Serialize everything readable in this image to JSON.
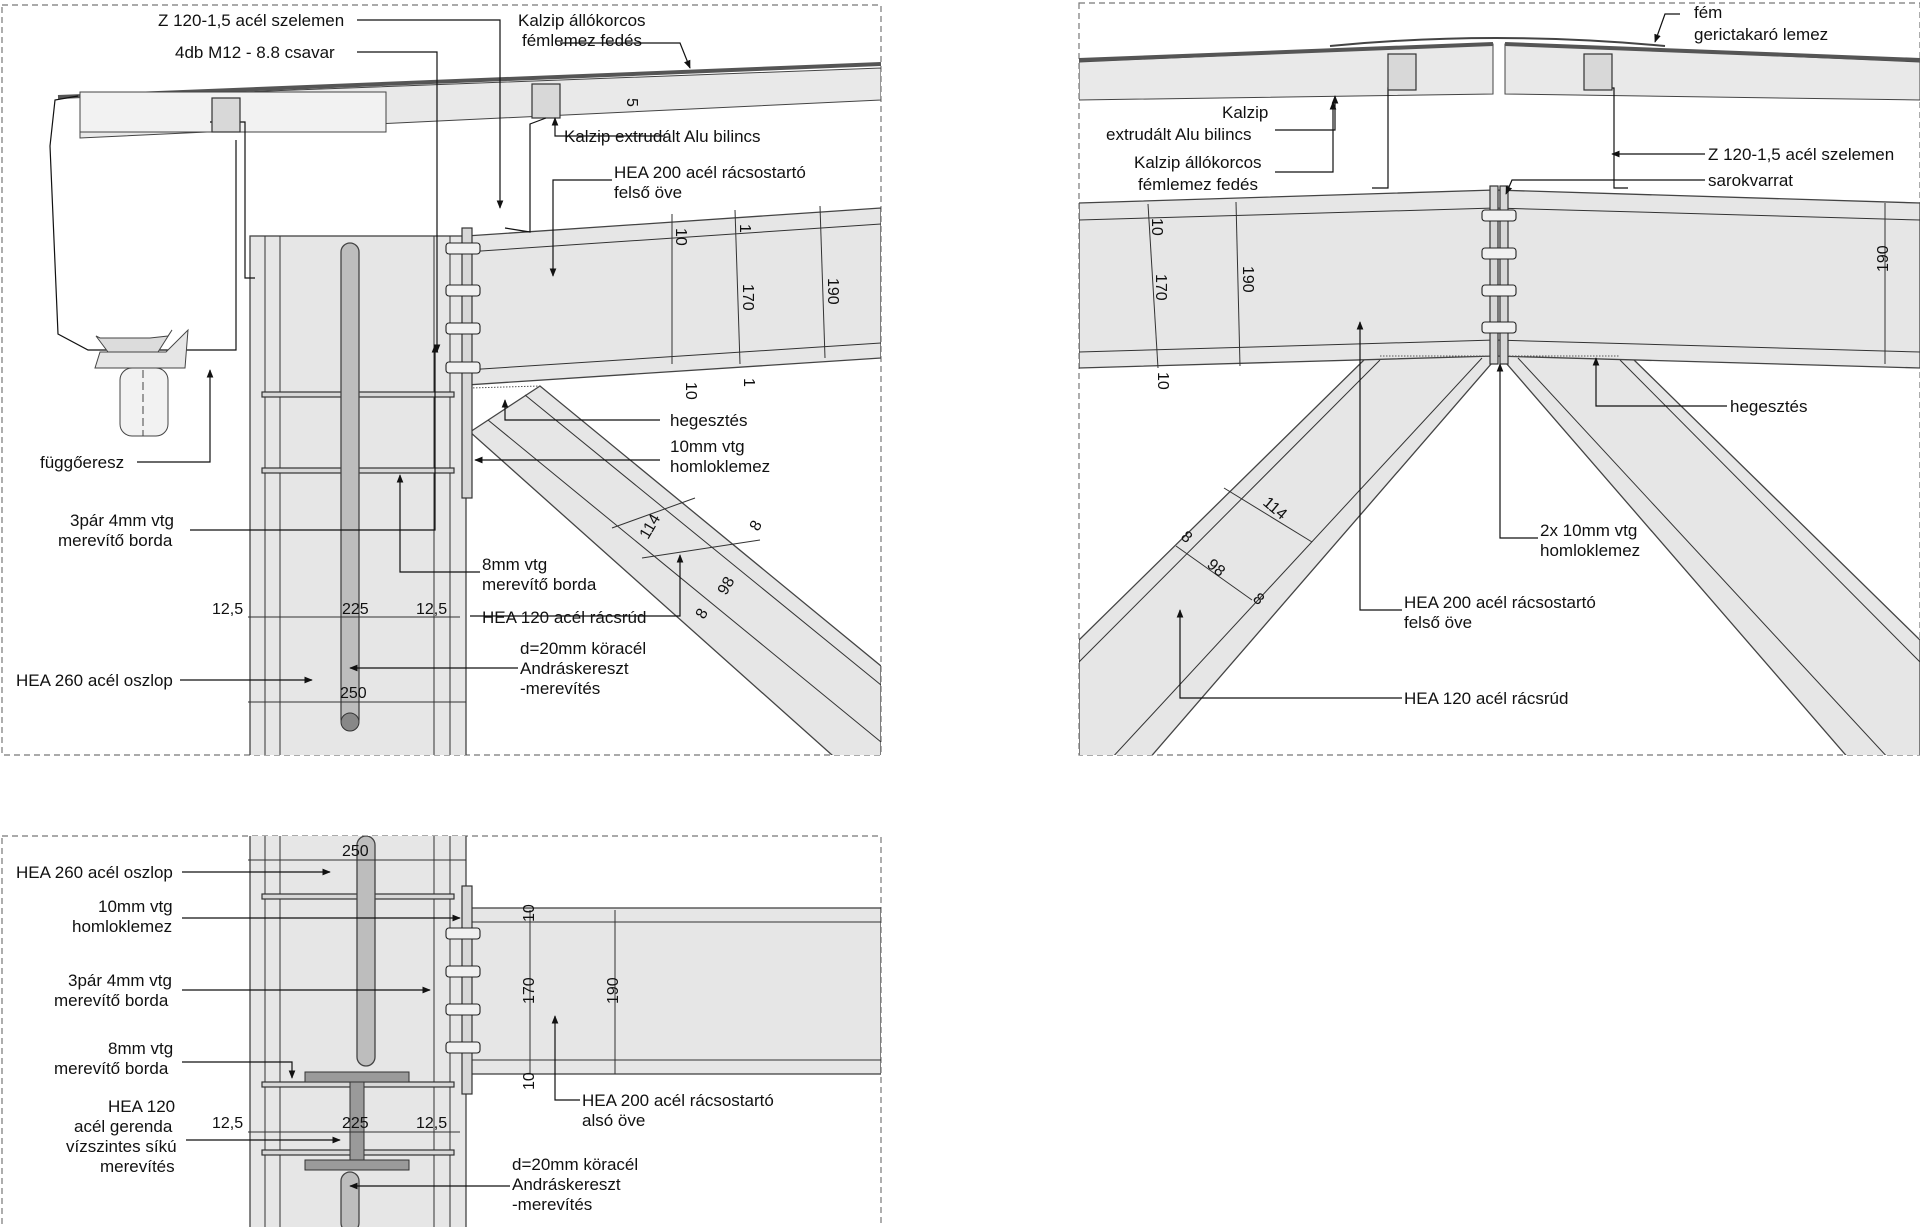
{
  "panel_a": {
    "labels": {
      "purlin": "Z 120-1,5 acél szelemen",
      "bolts": "4db M12 - 8.8 csavar",
      "roof_1": "Kalzip állókorcos",
      "roof_2": "fémlemez fedés",
      "clip": "Kalzip extrudált Alu bilincs",
      "chord_1": "HEA 200 acél rácsostartó",
      "chord_2": "felső öve",
      "weld": "hegesztés",
      "endplate_1": "10mm vtg",
      "endplate_2": "homloklemez",
      "downpipe": "függőeresz",
      "stiff3_1": "3pár 4mm vtg",
      "stiff3_2": "merevítő borda",
      "stiff8_1": "8mm vtg",
      "stiff8_2": "merevítő borda",
      "strut": "HEA 120 acél rácsrúd",
      "column": "HEA 260 acél oszlop",
      "bracing_1": "d=20mm köracél",
      "bracing_2": "Andráskereszt",
      "bracing_3": "-merevítés"
    },
    "dims": {
      "d5": "5",
      "d10a": "10",
      "d1a": "1",
      "d170": "170",
      "d190": "190",
      "d10b": "10",
      "d1b": "1",
      "d114": "114",
      "d8a": "8",
      "d98": "98",
      "d8b": "8",
      "d12_5a": "12,5",
      "d225": "225",
      "d12_5b": "12,5",
      "d250": "250"
    }
  },
  "panel_b": {
    "labels": {
      "ridge_1": "fém",
      "ridge_2": "gerictakaró lemez",
      "clip_1": "Kalzip",
      "clip_2": "extrudált Alu bilincs",
      "roof_1": "Kalzip állókorcos",
      "roof_2": "fémlemez fedés",
      "purlin": "Z 120-1,5 acél szelemen",
      "fillet": "sarokvarrat",
      "weld": "hegesztés",
      "endplate_1": "2x 10mm vtg",
      "endplate_2": "homloklemez",
      "chord_1": "HEA 200 acél rácsostartó",
      "chord_2": "felső öve",
      "strut": "HEA 120 acél rácsrúd"
    },
    "dims": {
      "d10a": "10",
      "d170": "170",
      "d190a": "190",
      "d10b": "10",
      "d190b": "190",
      "d114": "114",
      "d8a": "8",
      "d98": "98",
      "d8b": "8"
    }
  },
  "panel_c": {
    "labels": {
      "column": "HEA 260 acél oszlop",
      "endplate_1": "10mm vtg",
      "endplate_2": "homloklemez",
      "stiff3_1": "3pár 4mm vtg",
      "stiff3_2": "merevítő borda",
      "stiff8_1": "8mm vtg",
      "stiff8_2": "merevítő borda",
      "beam_1": "HEA 120",
      "beam_2": "acél gerenda",
      "beam_3": "vízszintes síkú",
      "beam_4": "merevítés",
      "chord_1": "HEA 200 acél rácsostartó",
      "chord_2": "alsó öve",
      "bracing_1": "d=20mm köracél",
      "bracing_2": "Andráskereszt",
      "bracing_3": "-merevítés"
    },
    "dims": {
      "d250": "250",
      "d10a": "10",
      "d170": "170",
      "d190": "190",
      "d10b": "10",
      "d12_5a": "12,5",
      "d225": "225",
      "d12_5b": "12,5"
    }
  }
}
